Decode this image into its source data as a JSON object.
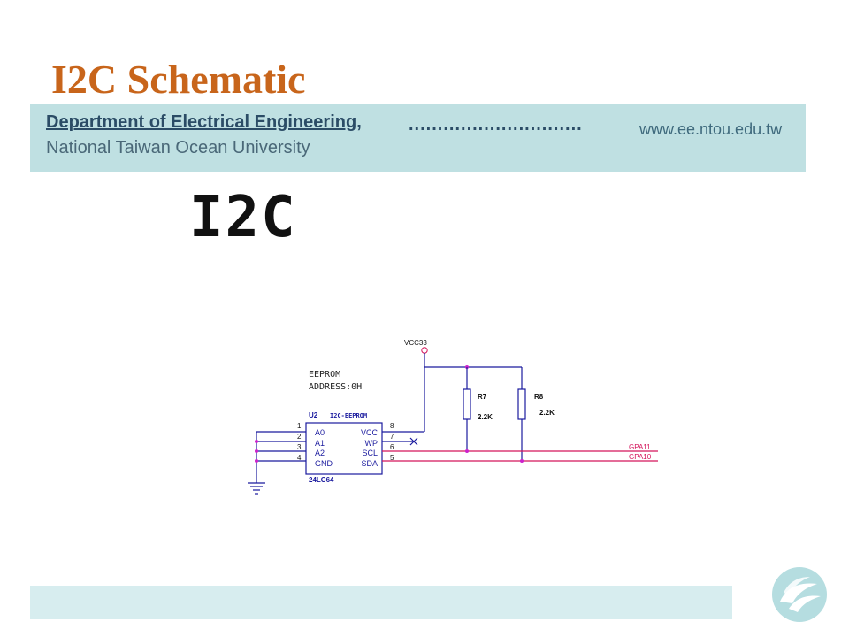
{
  "slide": {
    "title": "I2C Schematic",
    "department": "Department of Electrical Engineering,",
    "dots": "..............................",
    "university": "National Taiwan Ocean University",
    "website": "www.ee.ntou.edu.tw",
    "big_label": "I2C"
  },
  "schematic": {
    "supply_label": "VCC33",
    "eeprom_note_line1": "EEPROM",
    "eeprom_note_line2": "ADDRESS:0H",
    "chip_ref": "U2",
    "chip_type": "I2C-EEPROM",
    "chip_part": "24LC64",
    "left_pins": [
      {
        "num": "1",
        "name": "A0"
      },
      {
        "num": "2",
        "name": "A1"
      },
      {
        "num": "3",
        "name": "A2"
      },
      {
        "num": "4",
        "name": "GND"
      }
    ],
    "right_pins": [
      {
        "num": "8",
        "name": "VCC"
      },
      {
        "num": "7",
        "name": "WP"
      },
      {
        "num": "6",
        "name": "SCL"
      },
      {
        "num": "5",
        "name": "SDA"
      }
    ],
    "resistors": [
      {
        "ref": "R7",
        "value": "2.2K"
      },
      {
        "ref": "R8",
        "value": "2.2K"
      }
    ],
    "nets": [
      "GPA11",
      "GPA10"
    ]
  },
  "colors": {
    "title": "#c8651b",
    "band": "#bfe0e2",
    "wire": "#1a1a9e",
    "signal": "#d4145a",
    "junction": "#cc22cc"
  },
  "icons": {
    "logo": "wave-logo-icon"
  }
}
